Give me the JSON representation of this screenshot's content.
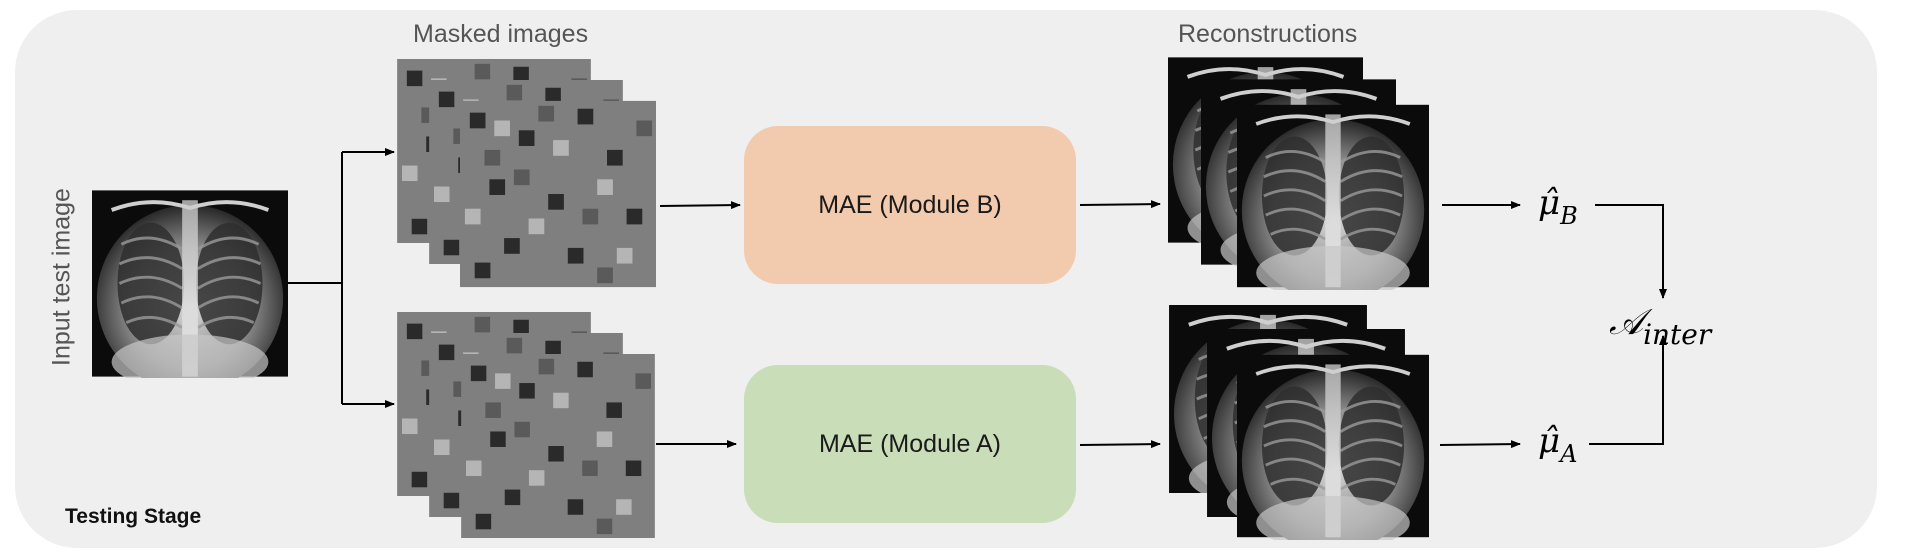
{
  "titles": {
    "masked": "Masked images",
    "reconstructions": "Reconstructions",
    "input": "Input test image",
    "stage": "Testing Stage"
  },
  "modules": {
    "b": "MAE (Module B)",
    "a": "MAE (Module A)"
  },
  "outputs": {
    "mu_b": {
      "symbol": "μ̂",
      "subscript": "B"
    },
    "mu_a": {
      "symbol": "μ̂",
      "subscript": "A"
    },
    "anomaly": {
      "symbol": "𝒜",
      "subscript": "inter"
    }
  },
  "colors": {
    "panel": "#efefef",
    "module_b": "#f2cbae",
    "module_a": "#c8ddb8",
    "mask_gray": "#808080"
  }
}
